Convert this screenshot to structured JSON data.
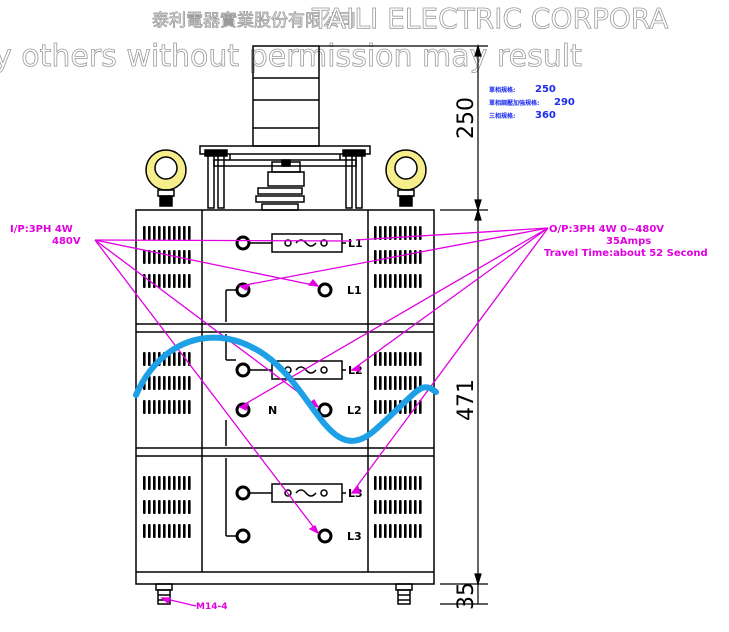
{
  "watermark": {
    "company_cn": "泰利電器實業股份有限公司",
    "company_en": "TAILI ELECTRIC CORPORA",
    "notice": "y others without permission may result"
  },
  "capacities": [
    {
      "label": "單相規格:",
      "value": "250"
    },
    {
      "label": "單相調壓加強規格:",
      "value": "290"
    },
    {
      "label": "三相規格:",
      "value": "360"
    }
  ],
  "input_note": [
    "I/P:3PH 4W",
    "480V"
  ],
  "output_note": [
    "O/P:3PH 4W 0~480V",
    "35Amps",
    "Travel Time:about 52 Second"
  ],
  "terminals": {
    "fuse_l1": "L1",
    "out_l1": "L1",
    "fuse_l2": "L2",
    "neutral": "N",
    "out_l2": "L2",
    "fuse_l3": "L3",
    "out_l3": "L3"
  },
  "dimensions": {
    "top": "250",
    "body": "471",
    "feet": "35"
  },
  "foot_note": "M14-4",
  "colors": {
    "annotation": "#e000e0",
    "spec": "#1a2cf0",
    "wave": "#1ea0e6",
    "line": "#000000"
  }
}
